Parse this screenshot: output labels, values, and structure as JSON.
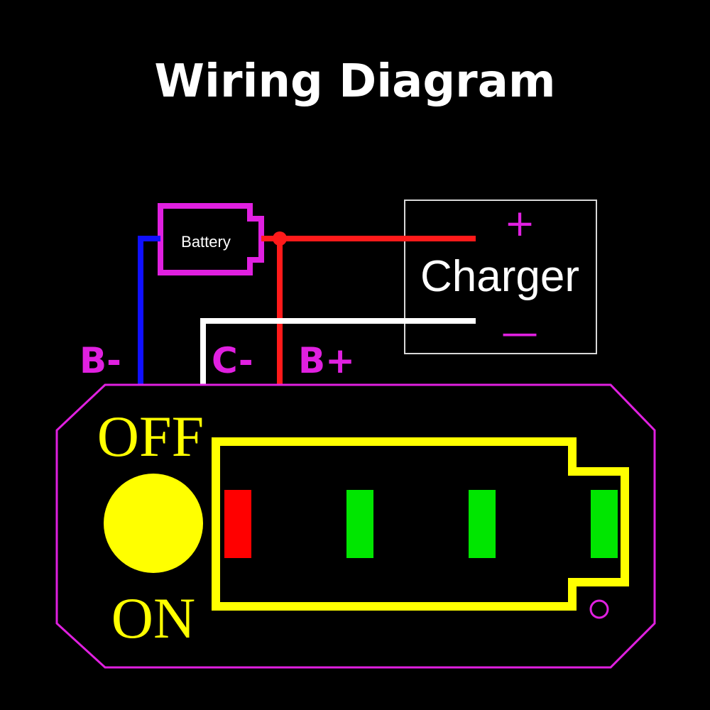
{
  "title": "Wiring Diagram",
  "battery": {
    "label": "Battery"
  },
  "charger": {
    "label": "Charger",
    "plus": "+",
    "minus": "—"
  },
  "pins": {
    "b_minus": "B-",
    "c_minus": "C-",
    "b_plus": "B+"
  },
  "switch": {
    "off_label": "OFF",
    "on_label": "ON"
  },
  "indicator": {
    "segments": [
      {
        "name": "level-1",
        "color": "#ff0000"
      },
      {
        "name": "level-2",
        "color": "#00e600"
      },
      {
        "name": "level-3",
        "color": "#00e600"
      },
      {
        "name": "level-4",
        "color": "#00e600"
      }
    ]
  },
  "colors": {
    "background": "#000000",
    "outline_magenta": "#e020e0",
    "wire_blue": "#1010ff",
    "wire_red": "#ff1a1a",
    "wire_white": "#ffffff",
    "battery_outline": "#ffff00",
    "switch_yellow": "#ffff00"
  }
}
